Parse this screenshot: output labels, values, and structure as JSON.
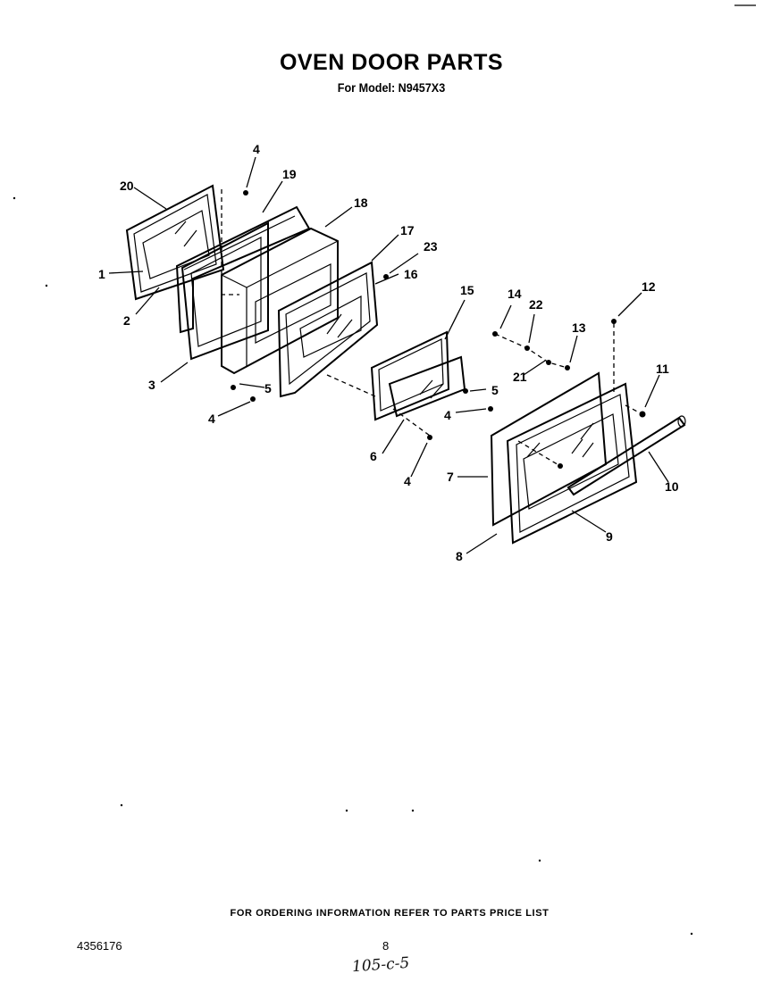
{
  "title": "OVEN DOOR PARTS",
  "subtitle": "For Model: N9457X3",
  "callouts": {
    "c1": "1",
    "c2": "2",
    "c3": "3",
    "c4a": "4",
    "c4b": "4",
    "c4c": "4",
    "c4d": "4",
    "c5a": "5",
    "c5b": "5",
    "c6": "6",
    "c7": "7",
    "c8": "8",
    "c9": "9",
    "c10": "10",
    "c11": "11",
    "c12": "12",
    "c13": "13",
    "c14": "14",
    "c15": "15",
    "c16": "16",
    "c17": "17",
    "c18": "18",
    "c19": "19",
    "c20": "20",
    "c21": "21",
    "c22": "22",
    "c23": "23"
  },
  "footer": {
    "note": "FOR ORDERING INFORMATION REFER TO PARTS PRICE LIST",
    "doc_number": "4356176",
    "page_number": "8",
    "handwritten": "105-c-5"
  }
}
